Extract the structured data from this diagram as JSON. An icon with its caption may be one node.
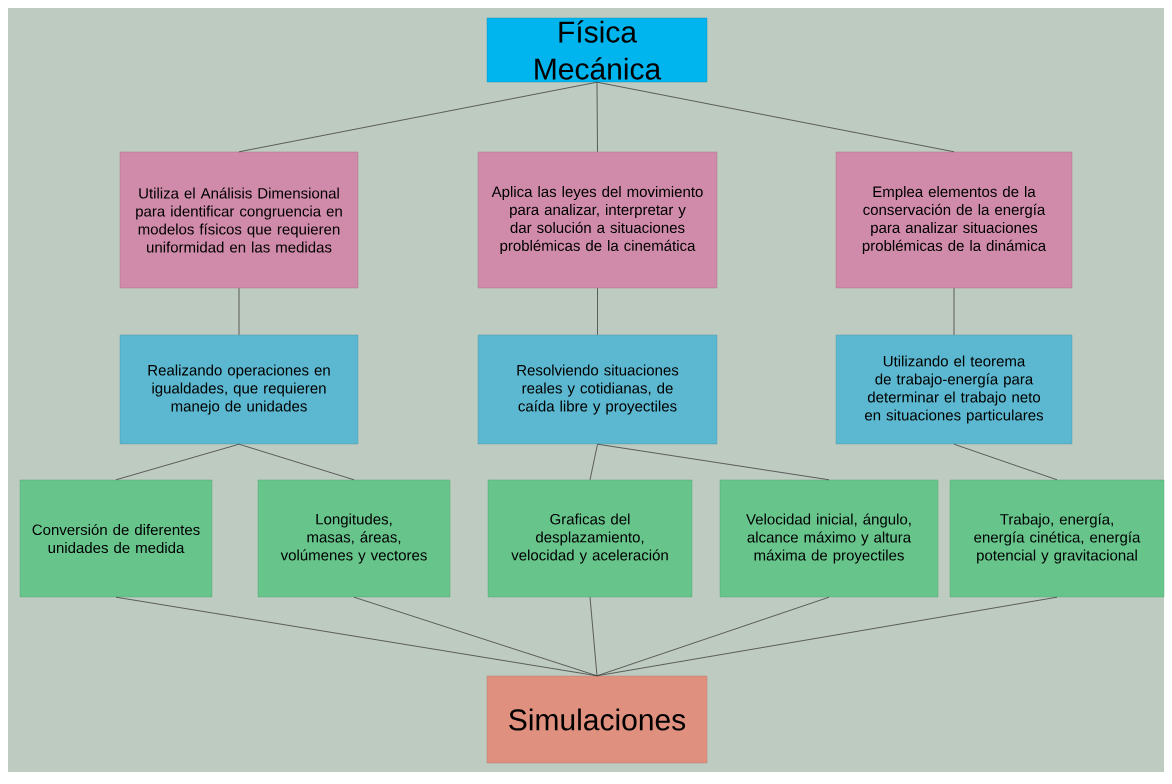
{
  "diagram": {
    "nodes": [
      {
        "text": [
          "Física Mecánica"
        ]
      },
      {
        "text": [
          "Utiliza el Análisis Dimensional para identificar congruencia en modelos físicos que requieren uniformidad en las medidas"
        ]
      },
      {
        "text": [
          "Aplica las leyes del movimiento para analizar, interpretar y dar solución a situaciones problémicas de la cinemática"
        ]
      },
      {
        "text": [
          "Emplea elementos de la conservación de la energía para analizar situaciones problémicas de la dinámica"
        ]
      },
      {
        "text": [
          "Realizando operaciones en igualdades, que requieren manejo de unidades"
        ]
      },
      {
        "text": [
          "Resolviendo situaciones reales y cotidianas, de caída libre y proyectiles"
        ]
      },
      {
        "text": [
          "Utilizando el teorema de trabajo-energía para determinar el trabajo neto en situaciones particulares"
        ]
      },
      {
        "text": [
          "Conversión de diferentes unidades de medida"
        ]
      },
      {
        "text": [
          "Longitudes, masas, áreas, volúmenes y vectores"
        ]
      },
      {
        "text": [
          "Graficas del desplazamiento, velocidad y aceleración"
        ]
      },
      {
        "text": [
          "Velocidad inicial, ángulo, alcance máximo y altura máxima de proyectiles"
        ]
      },
      {
        "text": [
          "Trabajo, energía, energía cinética, energía potencial y gravitacional"
        ]
      },
      {
        "text": [
          "Simulaciones"
        ]
      }
    ],
    "edges": [
      {
        "from": 0,
        "to": 1,
        "arrow": "none"
      },
      {
        "from": 0,
        "to": 2,
        "arrow": "none"
      },
      {
        "from": 0,
        "to": 3,
        "arrow": "none"
      },
      {
        "from": 1,
        "to": 4,
        "arrow": "none"
      },
      {
        "from": 2,
        "to": 5,
        "arrow": "none"
      },
      {
        "from": 3,
        "to": 6,
        "arrow": "none"
      },
      {
        "from": 4,
        "to": 7,
        "arrow": "none"
      },
      {
        "from": 4,
        "to": 8,
        "arrow": "none"
      },
      {
        "from": 5,
        "to": 9,
        "arrow": "none"
      },
      {
        "from": 5,
        "to": 10,
        "arrow": "none"
      },
      {
        "from": 6,
        "to": 11,
        "arrow": "none"
      },
      {
        "from": 7,
        "to": 12,
        "arrow": "none"
      },
      {
        "from": 8,
        "to": 12,
        "arrow": "none"
      },
      {
        "from": 9,
        "to": 12,
        "arrow": "none"
      },
      {
        "from": 10,
        "to": 12,
        "arrow": "none"
      },
      {
        "from": 11,
        "to": 12,
        "arrow": "none"
      }
    ]
  }
}
